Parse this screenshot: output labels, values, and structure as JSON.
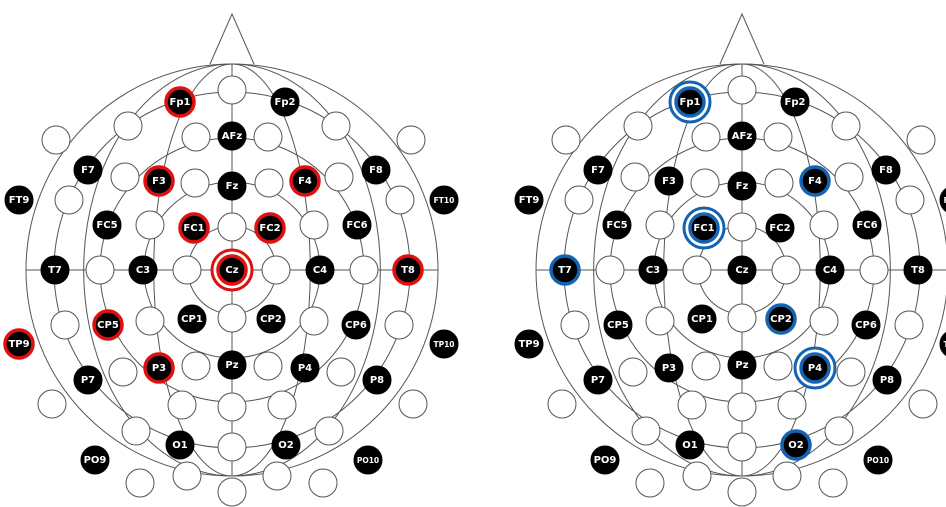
{
  "colors": {
    "outline": "#555555",
    "filled": "#000000",
    "label": "#ffffff",
    "empty": "#ffffff",
    "highlight_left": "#e01010",
    "highlight_right": "#1464b4"
  },
  "montages": [
    {
      "accent": "#e01010",
      "highlighted": [
        "Fp1",
        "F3",
        "F4",
        "FC1",
        "FC2",
        "Cz",
        "T8",
        "CP5",
        "P3",
        "TP9"
      ],
      "double_ring": [
        "Cz"
      ]
    },
    {
      "accent": "#1464b4",
      "highlighted": [
        "Fp1",
        "F4",
        "FC1",
        "T7",
        "CP2",
        "P4",
        "O2"
      ],
      "double_ring": [
        "Fp1",
        "FC1",
        "P4"
      ]
    }
  ],
  "electrode_labels": {
    "Fp1": "Fp1",
    "Fp2": "Fp2",
    "AFz": "AFz",
    "F7": "F7",
    "F3": "F3",
    "Fz": "Fz",
    "F4": "F4",
    "F8": "F8",
    "FT9": "FT9",
    "FT10": "FT10",
    "FC5": "FC5",
    "FC1": "FC1",
    "FC2": "FC2",
    "FC6": "FC6",
    "T7": "T7",
    "C3": "C3",
    "Cz": "Cz",
    "C4": "C4",
    "T8": "T8",
    "TP9": "TP9",
    "TP10": "TP10",
    "CP5": "CP5",
    "CP1": "CP1",
    "CP2": "CP2",
    "CP6": "CP6",
    "P7": "P7",
    "P3": "P3",
    "Pz": "Pz",
    "P4": "P4",
    "P8": "P8",
    "PO9": "PO9",
    "O1": "O1",
    "O2": "O2",
    "PO10": "PO10"
  }
}
